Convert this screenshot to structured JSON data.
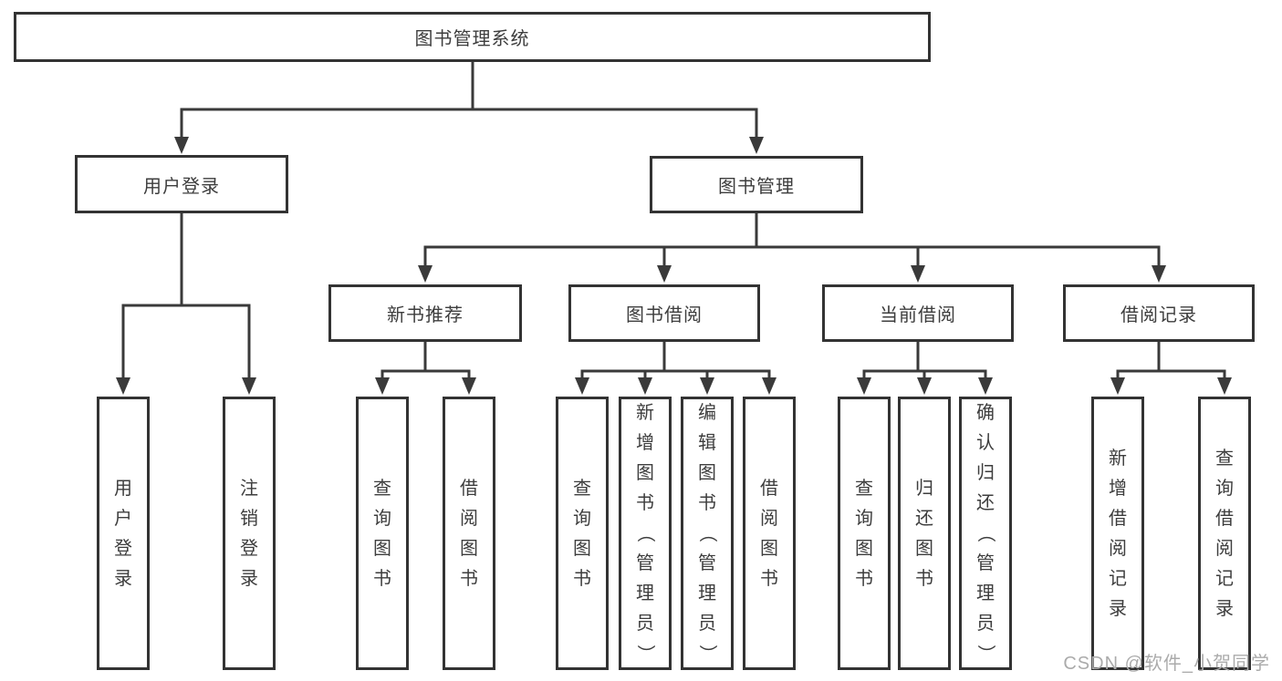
{
  "diagram": {
    "root": {
      "label": "图书管理系统"
    },
    "level2": [
      {
        "label": "用户登录"
      },
      {
        "label": "图书管理"
      }
    ],
    "level3": [
      {
        "label": "新书推荐"
      },
      {
        "label": "图书借阅"
      },
      {
        "label": "当前借阅"
      },
      {
        "label": "借阅记录"
      }
    ],
    "leaves": [
      {
        "label": "用户登录"
      },
      {
        "label": "注销登录"
      },
      {
        "label": "查询图书"
      },
      {
        "label": "借阅图书"
      },
      {
        "label": "查询图书"
      },
      {
        "label": "新增图书（管理员）"
      },
      {
        "label": "编辑图书（管理员）"
      },
      {
        "label": "借阅图书"
      },
      {
        "label": "查询图书"
      },
      {
        "label": "归还图书"
      },
      {
        "label": "确认归还（管理员）"
      },
      {
        "label": "新增借阅记录"
      },
      {
        "label": "查询借阅记录"
      }
    ]
  },
  "watermark": "CSDN @软件_小贺同学",
  "colors": {
    "line": "#3a3a3a",
    "box_border": "#333333",
    "text": "#3d3d3d",
    "watermark": "#ababab",
    "background": "#ffffff"
  }
}
